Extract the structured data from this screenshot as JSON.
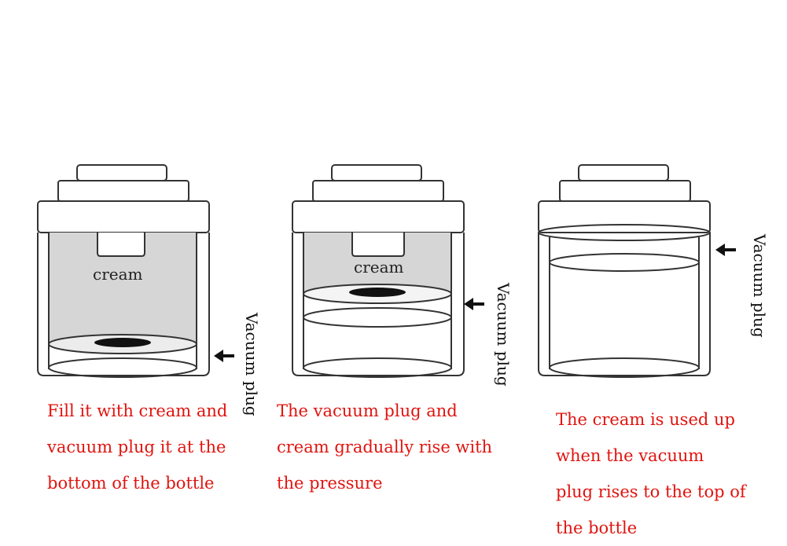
{
  "panels": [
    {
      "cream_label": "cream",
      "plug_label": "Vacuum plug",
      "caption_lines": [
        "Fill it with cream and",
        "vacuum plug it at the",
        "bottom of the bottle"
      ]
    },
    {
      "cream_label": "cream",
      "plug_label": "Vacuum plug",
      "caption_lines": [
        "The vacuum plug and",
        "cream gradually rise with",
        "the pressure"
      ]
    },
    {
      "cream_label": "",
      "plug_label": "Vacuum plug",
      "caption_lines": [
        "The cream is used up",
        "when the vacuum",
        "plug rises to the top of",
        "the bottle"
      ]
    }
  ],
  "colors": {
    "caption": "#e0140f",
    "cream_fill": "#d6d6d6",
    "outline": "#333333"
  }
}
